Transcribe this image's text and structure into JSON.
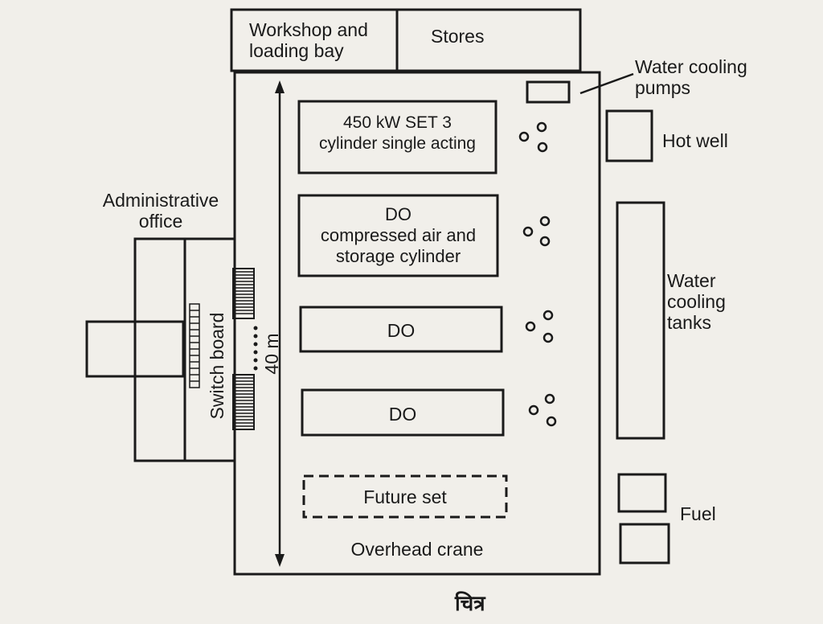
{
  "labels": {
    "workshop": "Workshop and\nloading bay",
    "stores": "Stores",
    "water_cooling_pumps": "Water cooling\npumps",
    "hot_well": "Hot well",
    "administrative_office": "Administrative\noffice",
    "switch_board": "Switch board",
    "dimension_40m": "40 m",
    "set1": "450 kW SET 3\ncylinder single acting",
    "set2": "DO\ncompressed air and\nstorage cylinder",
    "set3": "DO",
    "set4": "DO",
    "future_set": "Future set",
    "water_cooling_tanks": "Water\ncooling\ntanks",
    "fuel": "Fuel",
    "overhead_crane": "Overhead crane",
    "caption": "चित्र"
  }
}
